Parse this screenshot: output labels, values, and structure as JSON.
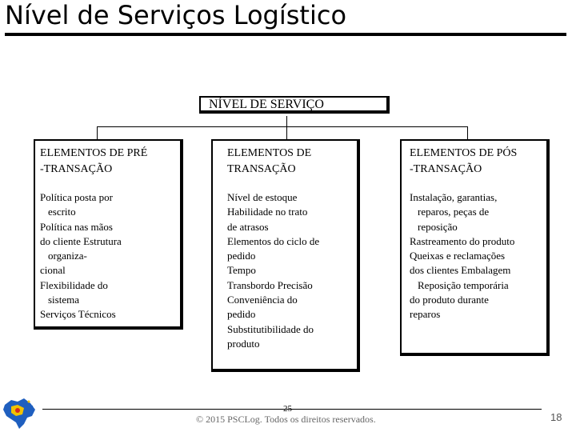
{
  "slide": {
    "title": "Nível de Serviços Logístico"
  },
  "diagram": {
    "root": "NÍVEL DE SERVIÇO",
    "columns": [
      {
        "heading": [
          "ELEMENTOS DE  PRÉ",
          "-TRANSAÇÃO"
        ],
        "items": [
          "Política posta por",
          "   escrito",
          "Política nas mãos",
          "do cliente  Estrutura",
          "   organiza-",
          "cional",
          "Flexibilidade do",
          "   sistema",
          "Serviços Técnicos"
        ]
      },
      {
        "heading": [
          "ELEMENTOS DE",
          "TRANSAÇÃO"
        ],
        "items": [
          "Nível de estoque",
          "Habilidade no trato",
          "de atrasos",
          "Elementos do ciclo  de",
          "pedido",
          "Tempo",
          "Transbordo  Precisão",
          "Conveniência do",
          "pedido",
          "Substitutibilidade do",
          "produto"
        ]
      },
      {
        "heading": [
          "ELEMENTOS DE  PÓS",
          "-TRANSAÇÃO"
        ],
        "items": [
          "Instalação, garantias,",
          "   reparos, peças de",
          "   reposição",
          "Rastreamento do  produto",
          "Queixas e reclamações",
          "dos clientes  Embalagem",
          "   Reposição temporária",
          "do produto durante",
          "reparos"
        ]
      }
    ]
  },
  "footer": {
    "copyright": "© 2015 PSCLog. Todos os direitos reservados.",
    "inner_page": "25",
    "page_number": "18"
  },
  "colors": {
    "text": "#000000",
    "footer_text": "#666666",
    "logo_blue": "#1f5fbf",
    "logo_yellow": "#f2c200",
    "logo_red": "#d62c1f"
  }
}
